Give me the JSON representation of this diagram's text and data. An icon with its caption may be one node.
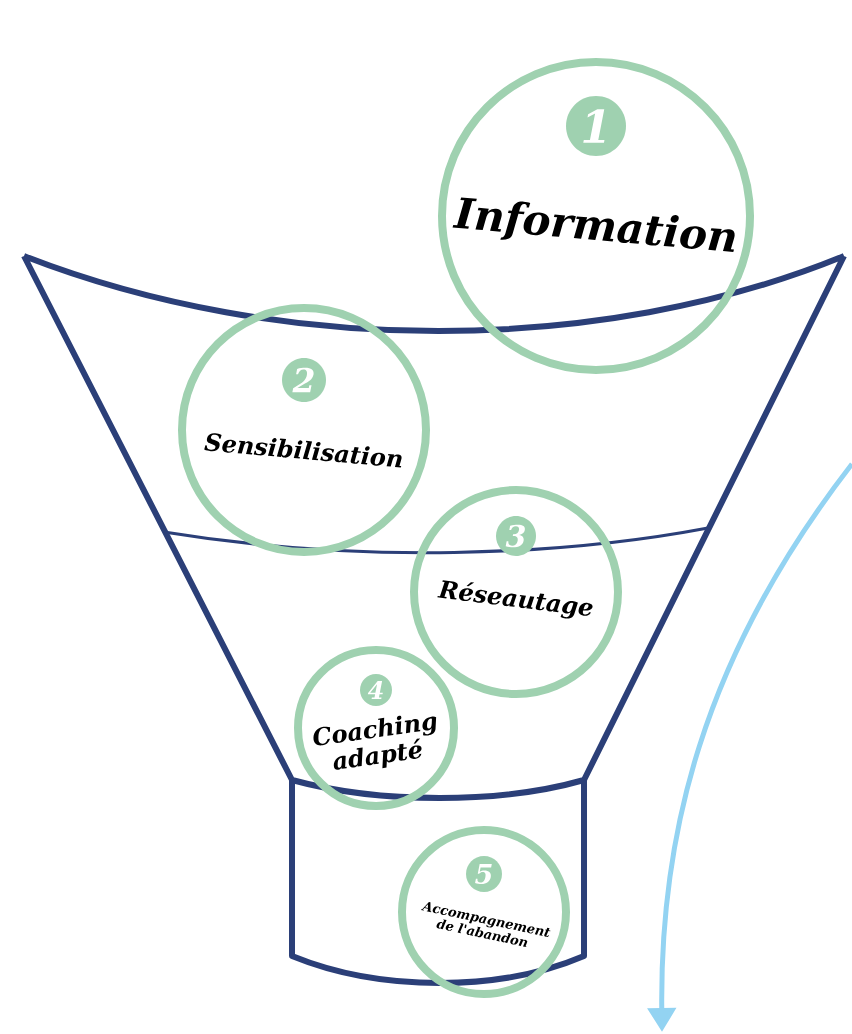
{
  "diagram": {
    "nodes": [
      {
        "text": [
          "1",
          "Information"
        ]
      },
      {
        "text": [
          "2",
          "Sensibilisation"
        ]
      },
      {
        "text": [
          "3",
          "Réseautage"
        ]
      },
      {
        "text": [
          "4",
          "Coaching adapté"
        ]
      },
      {
        "text": [
          "5",
          "Accompagnement de l'abandon"
        ]
      }
    ]
  }
}
